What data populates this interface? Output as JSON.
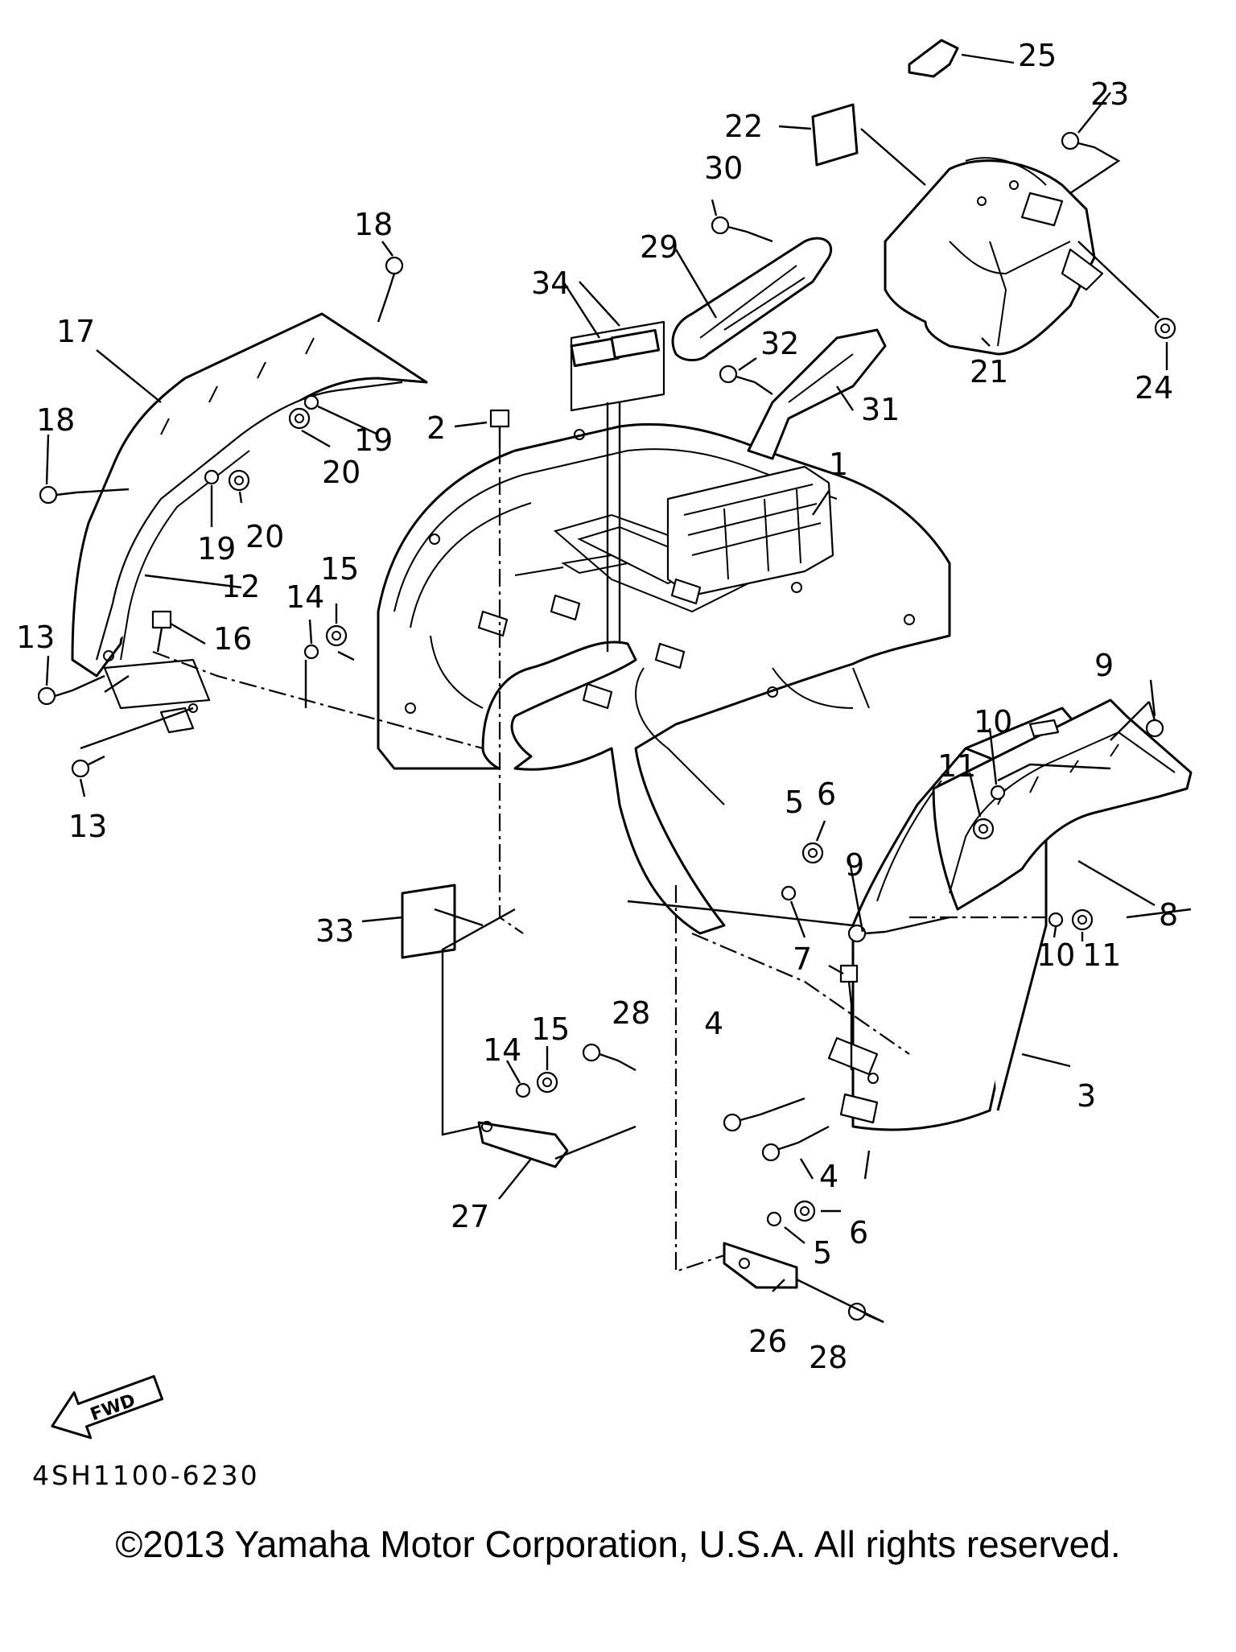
{
  "diagram": {
    "drawing_code": "4SH1100-6230",
    "fwd_label": "FWD",
    "callouts": {
      "c1": "1",
      "c2": "2",
      "c3": "3",
      "c4a": "4",
      "c4b": "4",
      "c5a": "5",
      "c5b": "5",
      "c6a": "6",
      "c6b": "6",
      "c7": "7",
      "c8": "8",
      "c9a": "9",
      "c9b": "9",
      "c10a": "10",
      "c10b": "10",
      "c11a": "11",
      "c11b": "11",
      "c12": "12",
      "c13a": "13",
      "c13b": "13",
      "c14a": "14",
      "c14b": "14",
      "c15a": "15",
      "c15b": "15",
      "c16": "16",
      "c17": "17",
      "c18a": "18",
      "c18b": "18",
      "c19a": "19",
      "c19b": "19",
      "c20a": "20",
      "c20b": "20",
      "c21": "21",
      "c22": "22",
      "c23": "23",
      "c24": "24",
      "c25": "25",
      "c26": "26",
      "c27": "27",
      "c28a": "28",
      "c28b": "28",
      "c29": "29",
      "c30": "30",
      "c31": "31",
      "c32": "32",
      "c33": "33",
      "c34": "34"
    }
  },
  "footer": {
    "copyright": "©2013 Yamaha Motor Corporation, U.S.A. All rights reserved."
  }
}
